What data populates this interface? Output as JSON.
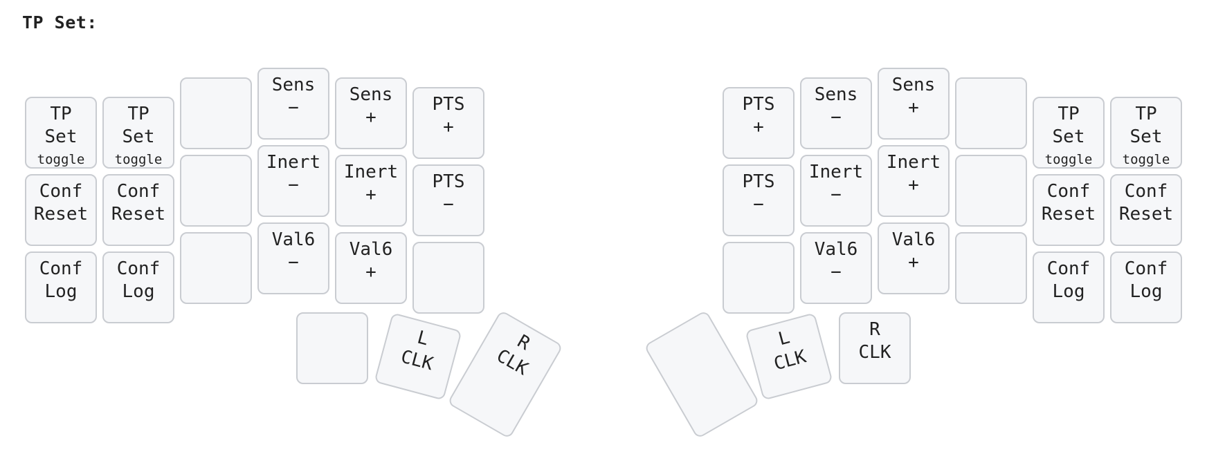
{
  "title": "TP Set:",
  "colors": {
    "key_fill": "#f6f7f9",
    "key_border": "#c9ccd1",
    "text": "#222222"
  },
  "keys": [
    {
      "id": "l-pinky-outer-top",
      "tap": "TP\nSet",
      "hold": "toggle"
    },
    {
      "id": "l-pinky-inner-top",
      "tap": "TP\nSet",
      "hold": "toggle"
    },
    {
      "id": "l-ring-top",
      "tap": ""
    },
    {
      "id": "l-middle-top",
      "tap": "Sens\n−"
    },
    {
      "id": "l-index-top",
      "tap": "Sens\n+"
    },
    {
      "id": "l-inner-top",
      "tap": "PTS\n+"
    },
    {
      "id": "l-pinky-outer-home",
      "tap": "Conf\nReset"
    },
    {
      "id": "l-pinky-inner-home",
      "tap": "Conf\nReset"
    },
    {
      "id": "l-ring-home",
      "tap": ""
    },
    {
      "id": "l-middle-home",
      "tap": "Inert\n−"
    },
    {
      "id": "l-index-home",
      "tap": "Inert\n+"
    },
    {
      "id": "l-inner-home",
      "tap": "PTS\n−"
    },
    {
      "id": "l-pinky-outer-bottom",
      "tap": "Conf\nLog"
    },
    {
      "id": "l-pinky-inner-bottom",
      "tap": "Conf\nLog"
    },
    {
      "id": "l-ring-bottom",
      "tap": ""
    },
    {
      "id": "l-middle-bottom",
      "tap": "Val6\n−"
    },
    {
      "id": "l-index-bottom",
      "tap": "Val6\n+"
    },
    {
      "id": "l-inner-bottom",
      "tap": ""
    },
    {
      "id": "l-thumb-1",
      "tap": ""
    },
    {
      "id": "l-thumb-2",
      "tap": "L\nCLK"
    },
    {
      "id": "l-thumb-3",
      "tap": "R\nCLK"
    },
    {
      "id": "r-inner-top",
      "tap": "PTS\n+"
    },
    {
      "id": "r-index-top",
      "tap": "Sens\n−"
    },
    {
      "id": "r-middle-top",
      "tap": "Sens\n+"
    },
    {
      "id": "r-ring-top",
      "tap": ""
    },
    {
      "id": "r-pinky-inner-top",
      "tap": "TP\nSet",
      "hold": "toggle"
    },
    {
      "id": "r-pinky-outer-top",
      "tap": "TP\nSet",
      "hold": "toggle"
    },
    {
      "id": "r-inner-home",
      "tap": "PTS\n−"
    },
    {
      "id": "r-index-home",
      "tap": "Inert\n−"
    },
    {
      "id": "r-middle-home",
      "tap": "Inert\n+"
    },
    {
      "id": "r-ring-home",
      "tap": ""
    },
    {
      "id": "r-pinky-inner-home",
      "tap": "Conf\nReset"
    },
    {
      "id": "r-pinky-outer-home",
      "tap": "Conf\nReset"
    },
    {
      "id": "r-inner-bottom",
      "tap": ""
    },
    {
      "id": "r-index-bottom",
      "tap": "Val6\n−"
    },
    {
      "id": "r-middle-bottom",
      "tap": "Val6\n+"
    },
    {
      "id": "r-ring-bottom",
      "tap": ""
    },
    {
      "id": "r-pinky-inner-bottom",
      "tap": "Conf\nLog"
    },
    {
      "id": "r-pinky-outer-bottom",
      "tap": "Conf\nLog"
    },
    {
      "id": "r-thumb-1",
      "tap": ""
    },
    {
      "id": "r-thumb-2",
      "tap": "L\nCLK"
    },
    {
      "id": "r-thumb-3",
      "tap": "R\nCLK"
    }
  ]
}
